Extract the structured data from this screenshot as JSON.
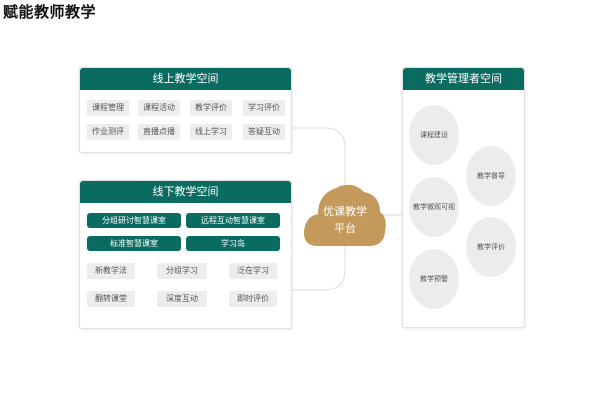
{
  "title": "赋能教师教学",
  "online_space": {
    "header": "线上教学空间",
    "items": [
      "课程管理",
      "课程活动",
      "教学评价",
      "学习评价",
      "作业测评",
      "直播点播",
      "线上学习",
      "答疑互动"
    ]
  },
  "offline_space": {
    "header": "线下教学空间",
    "featured": [
      "分组研讨智慧课室",
      "远程互动智慧课室",
      "标准智慧课室",
      "学习岛"
    ],
    "items": [
      "新教学法",
      "分组学习",
      "泛在学习",
      "翻转课堂",
      "深度互动",
      "即时评价"
    ]
  },
  "platform": {
    "line1": "优课教学",
    "line2": "平台"
  },
  "manager_space": {
    "header": "教学管理者空间",
    "items": [
      "课程建设",
      "教学督导",
      "教学微观可视",
      "教学评价",
      "教学预警"
    ]
  },
  "colors": {
    "accent": "#0a6b61",
    "cloud": "#c49a5c",
    "chip": "#ededed"
  }
}
